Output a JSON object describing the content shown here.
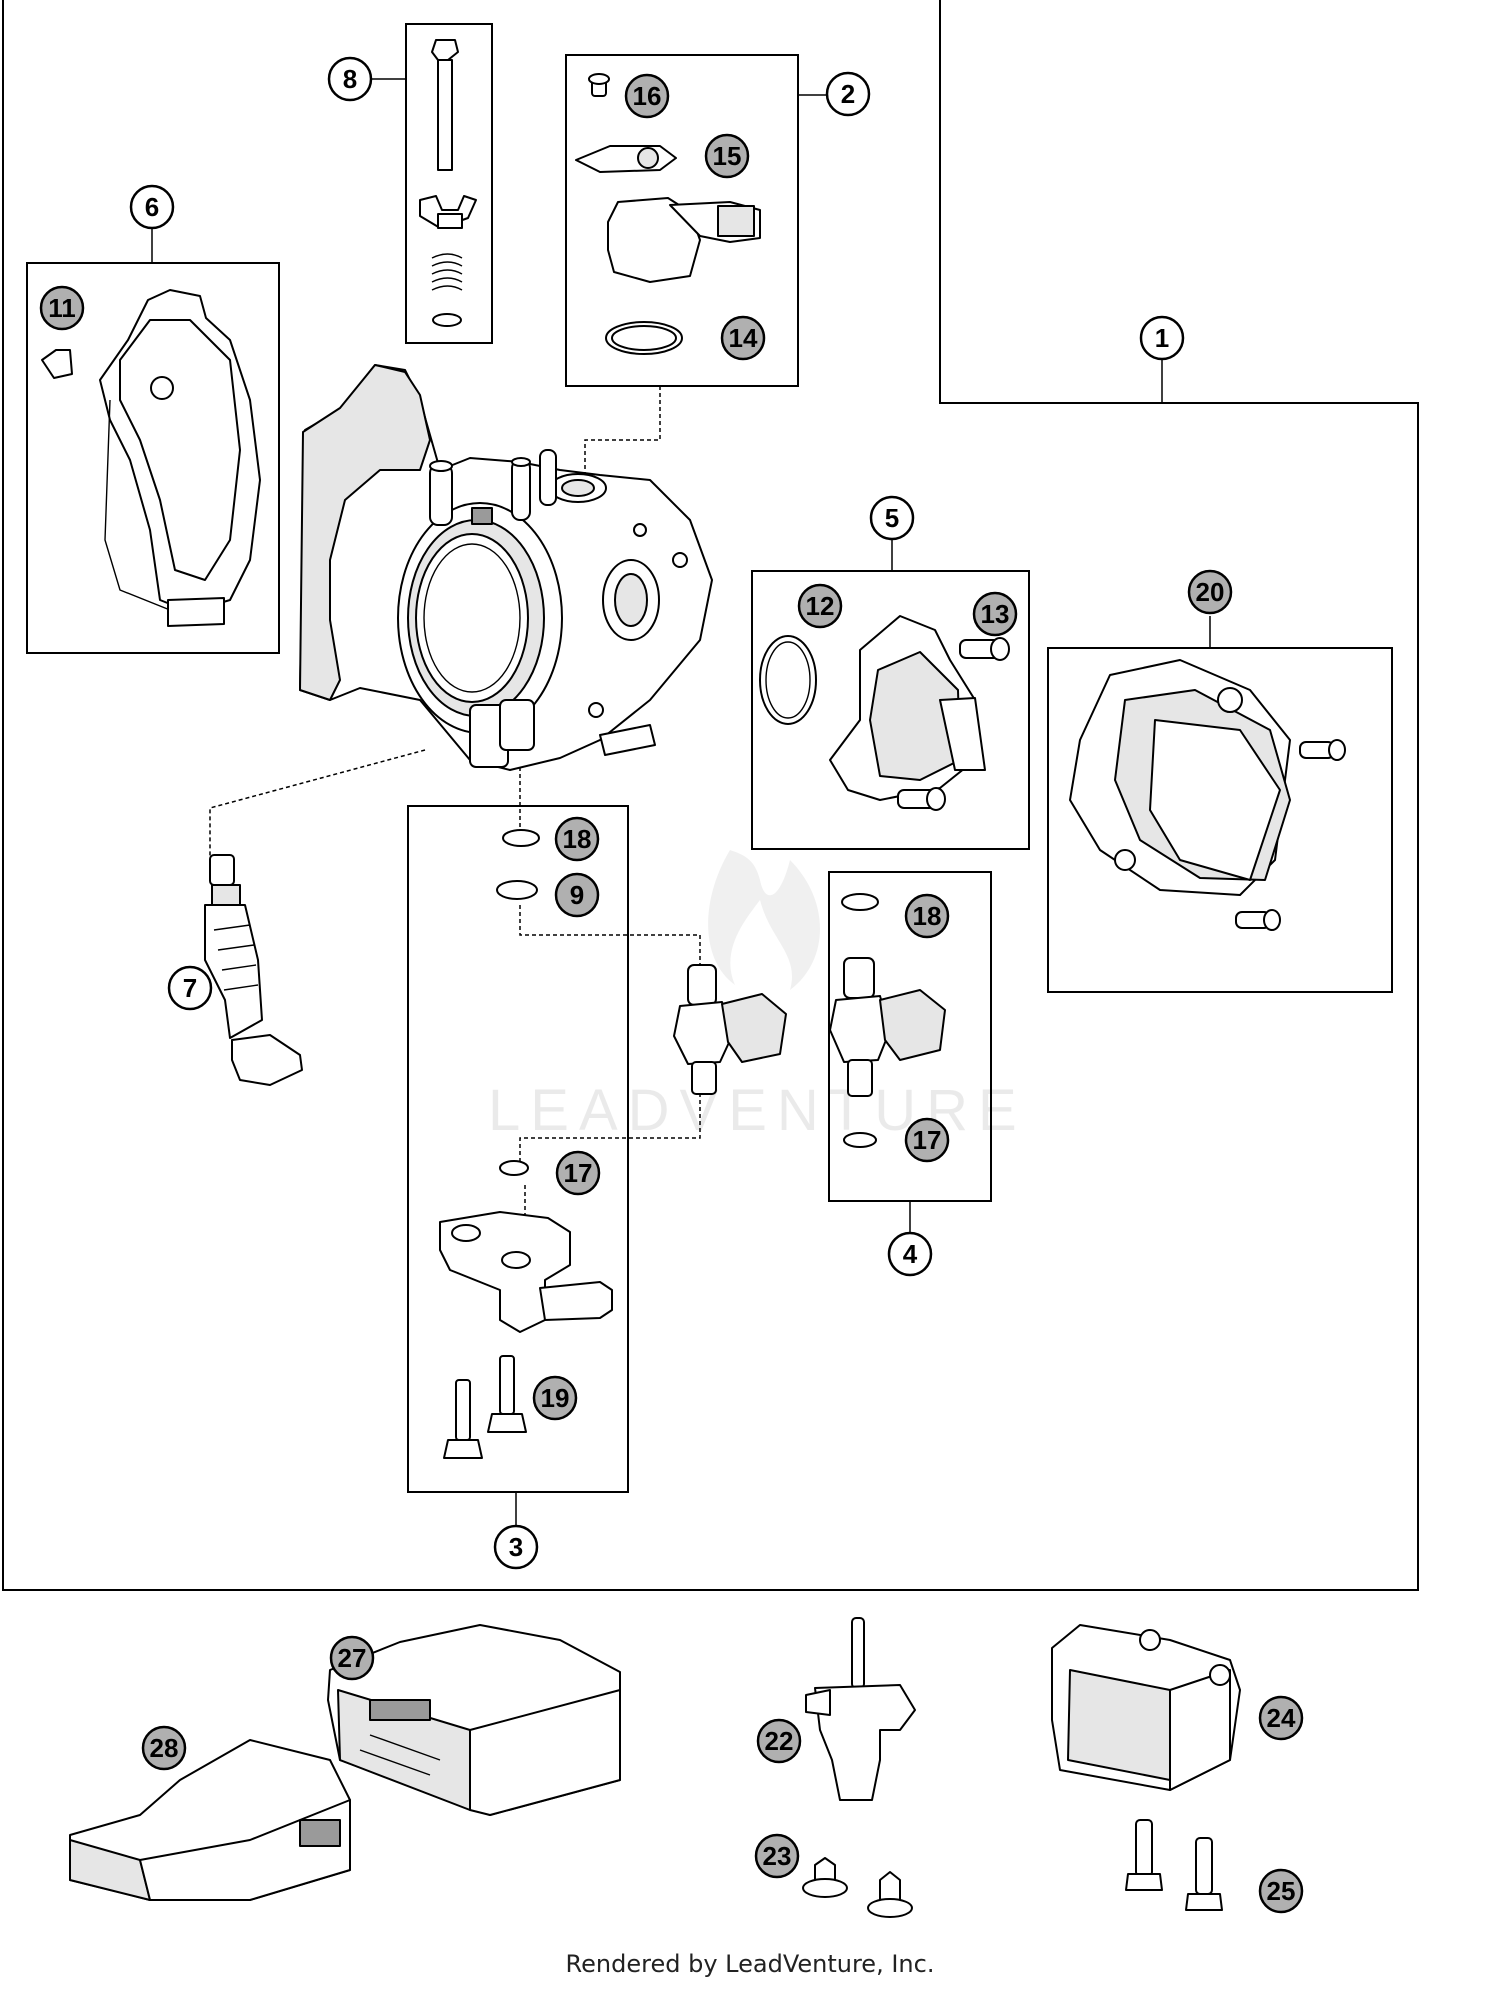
{
  "diagram": {
    "watermark": "LEADVENTURE",
    "footer_credit": "Rendered by LeadVenture, Inc.",
    "callouts": [
      {
        "id": "1"
      },
      {
        "id": "2"
      },
      {
        "id": "3"
      },
      {
        "id": "4"
      },
      {
        "id": "5"
      },
      {
        "id": "6"
      },
      {
        "id": "7"
      },
      {
        "id": "8"
      },
      {
        "id": "9"
      },
      {
        "id": "11"
      },
      {
        "id": "12"
      },
      {
        "id": "13"
      },
      {
        "id": "14"
      },
      {
        "id": "15"
      },
      {
        "id": "16"
      },
      {
        "id": "17"
      },
      {
        "id": "18"
      },
      {
        "id": "19"
      },
      {
        "id": "20"
      },
      {
        "id": "22"
      },
      {
        "id": "23"
      },
      {
        "id": "24"
      },
      {
        "id": "25"
      },
      {
        "id": "27"
      },
      {
        "id": "28"
      }
    ],
    "repeat_callouts": [
      {
        "id": "18"
      },
      {
        "id": "17"
      }
    ]
  }
}
